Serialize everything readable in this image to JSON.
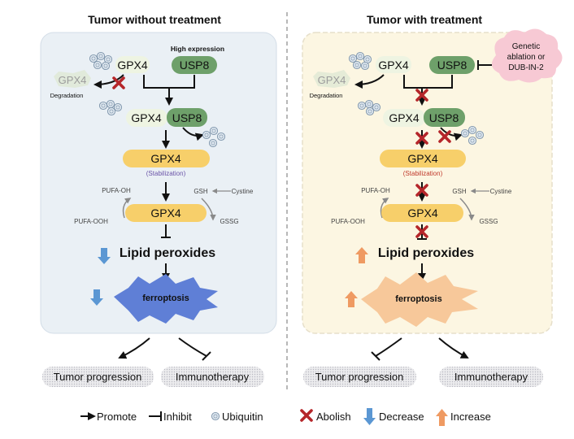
{
  "left": {
    "title": "Tumor without treatment",
    "high_expression": "High expression",
    "gpx4": "GPX4",
    "usp8": "USP8",
    "gpx4_faded": "GPX4",
    "degradation": "Degradation",
    "stabilization": "(Stabilization)",
    "pufa_oh": "PUFA-OH",
    "pufa_ooh": "PUFA-OOH",
    "gsh": "GSH",
    "cystine": "Cystine",
    "gssg": "GSSG",
    "lipid_peroxides": "Lipid peroxides",
    "ferroptosis": "ferroptosis",
    "tumor_progression": "Tumor progression",
    "immunotherapy": "Immunotherapy"
  },
  "right": {
    "title": "Tumor with treatment",
    "treatment_line1": "Genetic",
    "treatment_line2": "ablation or",
    "treatment_line3": "DUB-IN-2",
    "gpx4": "GPX4",
    "usp8": "USP8",
    "gpx4_faded": "GPX4",
    "degradation": "Degradation",
    "stabilization": "(Stabilization)",
    "pufa_oh": "PUFA-OH",
    "pufa_ooh": "PUFA-OOH",
    "gsh": "GSH",
    "cystine": "Cystine",
    "gssg": "GSSG",
    "lipid_peroxides": "Lipid peroxides",
    "ferroptosis": "ferroptosis",
    "tumor_progression": "Tumor progression",
    "immunotherapy": "Immunotherapy"
  },
  "legend": {
    "promote": "Promote",
    "inhibit": "Inhibit",
    "ubiquitin": "Ubiquitin",
    "abolish": "Abolish",
    "decrease": "Decrease",
    "increase": "Increase"
  },
  "colors": {
    "left_panel": "#eaf0f5",
    "right_panel": "#fcf6e2",
    "gpx4_light": "#eef4e2",
    "usp8_green": "#6ea06a",
    "gpx4_yellow": "#f7cf6a",
    "ferro_left": "#5f7fd6",
    "ferro_right": "#f7c89a",
    "cloud_pink": "#f7c9d4",
    "abolish_red": "#b5262a",
    "decrease_blue": "#5b97d3",
    "increase_orange": "#ef9a62"
  }
}
